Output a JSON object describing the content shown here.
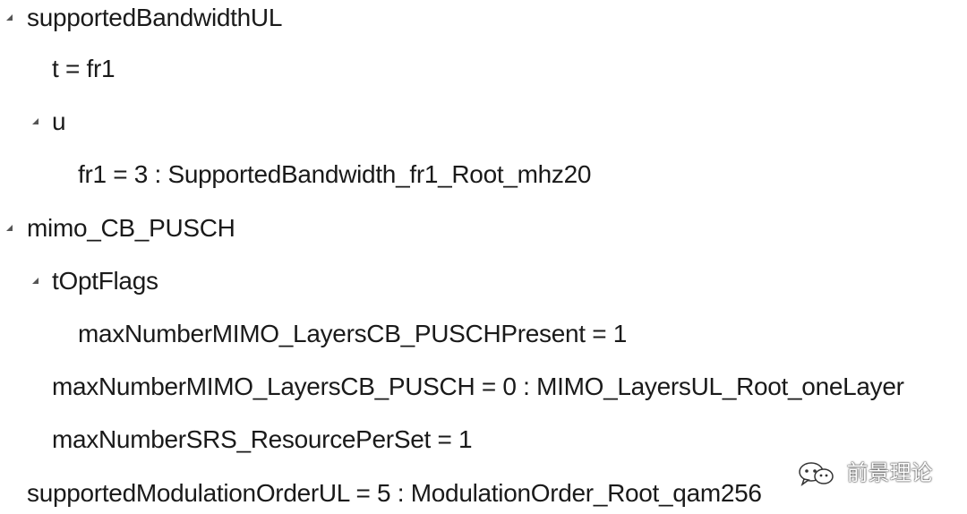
{
  "tree": {
    "nodes": [
      {
        "label": "supportedBandwidthUL",
        "expandable": true
      },
      {
        "label": "t = fr1",
        "expandable": false
      },
      {
        "label": "u",
        "expandable": true
      },
      {
        "label": "fr1 = 3 : SupportedBandwidth_fr1_Root_mhz20",
        "expandable": false
      },
      {
        "label": "mimo_CB_PUSCH",
        "expandable": true
      },
      {
        "label": "tOptFlags",
        "expandable": true
      },
      {
        "label": "maxNumberMIMO_LayersCB_PUSCHPresent = 1",
        "expandable": false
      },
      {
        "label": "maxNumberMIMO_LayersCB_PUSCH = 0 : MIMO_LayersUL_Root_oneLayer",
        "expandable": false
      },
      {
        "label": "maxNumberSRS_ResourcePerSet = 1",
        "expandable": false
      },
      {
        "label": "supportedModulationOrderUL = 5 : ModulationOrder_Root_qam256",
        "expandable": false
      }
    ]
  },
  "watermark": {
    "text": "前景理论",
    "icon": "wechat-icon"
  },
  "colors": {
    "text": "#1a1a1a",
    "toggle": "#555555",
    "background": "#ffffff"
  }
}
